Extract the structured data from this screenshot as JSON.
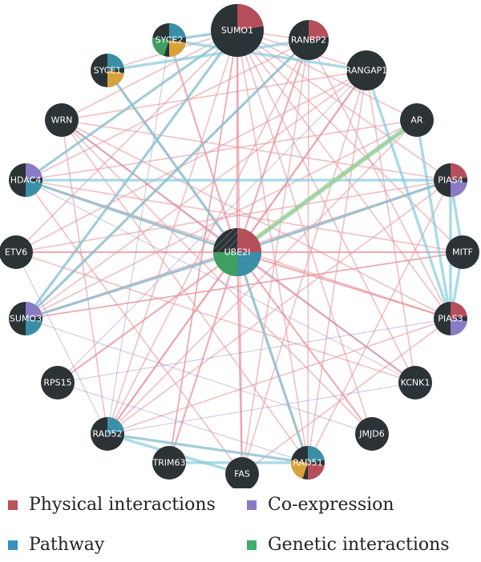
{
  "network": {
    "center": {
      "label": "UBE2I",
      "slices": [
        "physical",
        "pathway",
        "genetic",
        "hatched"
      ]
    },
    "nodes": [
      {
        "label": "SUMO1",
        "size": "large",
        "slices": [
          "physical"
        ]
      },
      {
        "label": "RANBP2",
        "size": "medium",
        "slices": [
          "physical"
        ]
      },
      {
        "label": "RANGAP1",
        "size": "medium",
        "slices": []
      },
      {
        "label": "AR",
        "size": "small",
        "slices": []
      },
      {
        "label": "PIAS4",
        "size": "small",
        "slices": [
          "physical",
          "coexpression"
        ]
      },
      {
        "label": "MITF",
        "size": "small",
        "slices": []
      },
      {
        "label": "PIAS3",
        "size": "small",
        "slices": [
          "physical",
          "coexpression"
        ]
      },
      {
        "label": "KCNK1",
        "size": "small",
        "slices": []
      },
      {
        "label": "JMJD6",
        "size": "small",
        "slices": []
      },
      {
        "label": "RAD51",
        "size": "small",
        "slices": [
          "pathway",
          "physical",
          "orange"
        ]
      },
      {
        "label": "FAS",
        "size": "small",
        "slices": []
      },
      {
        "label": "TRIM63",
        "size": "small",
        "slices": []
      },
      {
        "label": "RAD52",
        "size": "small",
        "slices": [
          "pathway"
        ]
      },
      {
        "label": "RPS15",
        "size": "small",
        "slices": []
      },
      {
        "label": "SUMO3",
        "size": "small",
        "slices": [
          "coexpression",
          "pathway"
        ]
      },
      {
        "label": "ETV6",
        "size": "small",
        "slices": []
      },
      {
        "label": "HDAC4",
        "size": "small",
        "slices": [
          "coexpression",
          "pathway"
        ]
      },
      {
        "label": "WRN",
        "size": "small",
        "slices": []
      },
      {
        "label": "SYCE1",
        "size": "small",
        "slices": [
          "pathway",
          "orange"
        ]
      },
      {
        "label": "SYCE2",
        "size": "small",
        "slices": [
          "pathway",
          "orange",
          "genetic"
        ]
      }
    ],
    "colors": {
      "physical": "#e8949d",
      "physical_dark": "#b54f5b",
      "pathway": "#7ec8d8",
      "pathway_dark": "#3a8fa6",
      "coexpression": "#8a7bc4",
      "genetic": "#8fd49a",
      "genetic_dark": "#3f9f60",
      "orange": "#d7a13c",
      "node": "#2b3336"
    }
  },
  "legend": {
    "items": [
      {
        "label": "Physical interactions",
        "color": "#b9535d"
      },
      {
        "label": "Co-expression",
        "color": "#8a7bc4"
      },
      {
        "label": "Pathway",
        "color": "#3a8fc0"
      },
      {
        "label": "Genetic interactions",
        "color": "#3fae6a"
      }
    ]
  }
}
